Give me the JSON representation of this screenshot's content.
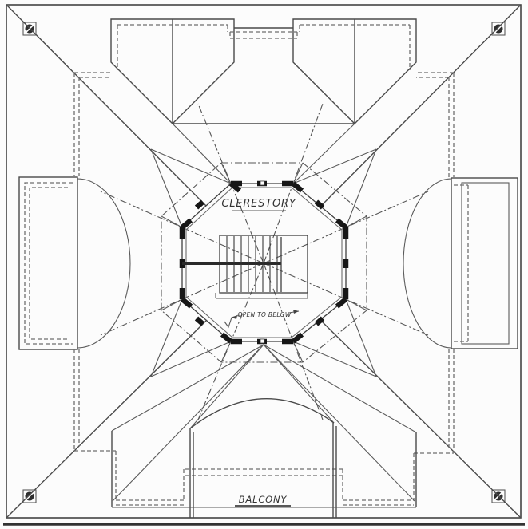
{
  "drawing": {
    "type": "architectural roof / upper floor plan",
    "labels": {
      "clerestory": "CLERESTORY",
      "open_to_below": "OPEN TO BELOW",
      "balcony": "BALCONY"
    },
    "colors": {
      "background": "#fcfcfc",
      "solid_line": "#4a4a4a",
      "dashed_line": "#6e6e6e",
      "dashdot_line": "#555555",
      "post": "#161616",
      "text": "#333333"
    }
  }
}
